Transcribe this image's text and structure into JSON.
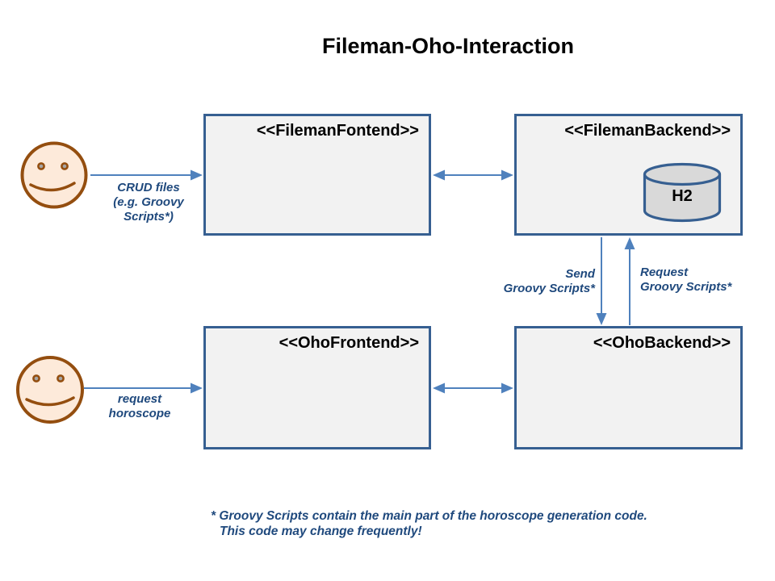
{
  "title": "Fileman-Oho-Interaction",
  "nodes": {
    "fileman_frontend": {
      "label": "<<FilemanFontend>>"
    },
    "fileman_backend": {
      "label": "<<FilemanBackend>>"
    },
    "oho_frontend": {
      "label": "<<OhoFrontend>>"
    },
    "oho_backend": {
      "label": "<<OhoBackend>>"
    },
    "h2_database": {
      "label": "H2"
    }
  },
  "actors": {
    "fileman_user": {
      "icon": "smiley-face"
    },
    "oho_user": {
      "icon": "smiley-face"
    }
  },
  "edges": {
    "crud_files": {
      "label": "CRUD files\n(e.g. Groovy\nScripts*)",
      "direction": "right"
    },
    "fileman_frontend_backend": {
      "direction": "both"
    },
    "send_scripts": {
      "label": "Send\nGroovy Scripts*",
      "direction": "down"
    },
    "request_scripts": {
      "label": "Request\nGroovy Scripts*",
      "direction": "up"
    },
    "oho_frontend_backend": {
      "direction": "both"
    },
    "request_horoscope": {
      "label": "request\nhoroscope",
      "direction": "right"
    }
  },
  "footnote": {
    "line1": "* Groovy Scripts contain the main part of the horoscope generation code.",
    "line2": "This code may change frequently!"
  },
  "colors": {
    "node_fill": "#f2f2f2",
    "node_border": "#365f91",
    "arrow": "#4f81bd",
    "label_text": "#1f497d",
    "title_text": "#000000",
    "smiley_fill": "#fdeada",
    "smiley_stroke": "#944e0f",
    "smiley_eye": "#a6a6a6",
    "cylinder_fill": "#d9d9d9"
  }
}
